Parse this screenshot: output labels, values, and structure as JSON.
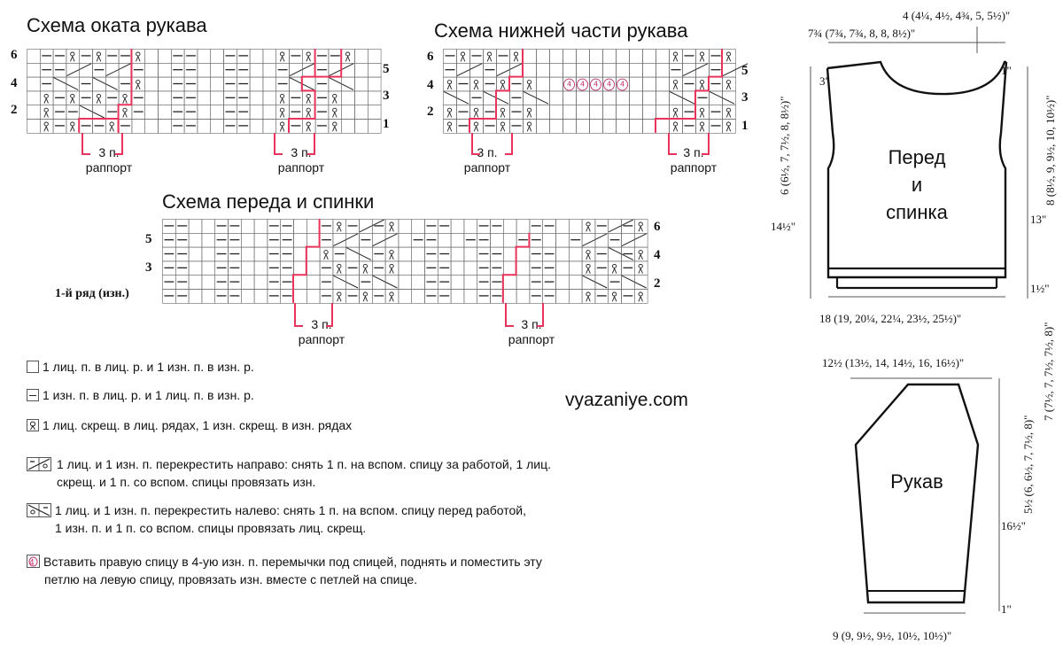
{
  "titles": {
    "cap": "Схема оката рукава",
    "lower": "Схема нижней части рукава",
    "front": "Схема переда и спинки"
  },
  "repeat": {
    "count": "3 п.",
    "word": "раппорт"
  },
  "row_numbers": {
    "cap_left": [
      "6",
      "4",
      "2"
    ],
    "cap_right": [
      "5",
      "3",
      "1"
    ],
    "lower_left": [
      "6",
      "4",
      "2"
    ],
    "lower_right": [
      "5",
      "3",
      "1"
    ],
    "front_left": [
      "5",
      "3"
    ],
    "front_first": "1-й ряд  (изн.)",
    "front_right": [
      "6",
      "4",
      "2"
    ]
  },
  "legend": [
    {
      "icon": "empty-square-icon",
      "text": [
        "1 лиц. п. в лиц. р. и 1 изн. п. в изн. р."
      ]
    },
    {
      "icon": "dash-square-icon",
      "text": [
        "1 изн. п. в лиц. р. и 1 лиц. п. в изн. р."
      ]
    },
    {
      "icon": "twisted-stitch-icon",
      "text": [
        "1 лиц. скрещ. в лиц. рядах, 1 изн. скрещ. в изн. рядах"
      ]
    },
    {
      "icon": "cross-right-icon",
      "text": [
        "1 лиц. и 1 изн. п. перекрестить направо: снять 1 п. на вспом. спицу за работой, 1 лиц.",
        "скрещ. и 1 п. со вспом. спицы провязать изн."
      ]
    },
    {
      "icon": "cross-left-icon",
      "text": [
        "1 лиц. и 1 изн. п. перекрестить налево: снять 1 п. на вспом. спицу перед работой,",
        "1 изн. п. и 1 п. со вспом. спицы провязать лиц. скрещ."
      ]
    },
    {
      "icon": "lift-loop-4-icon",
      "text": [
        "Вставить правую спицу в 4-ую изн. п. перемычки под спицей, поднять и поместить эту",
        "петлю на левую спицу, провязать изн. вместе с петлей на спице."
      ]
    }
  ],
  "lift_symbol_digit": "4",
  "site": "vyazaniye.com",
  "body": {
    "label": [
      "Перед",
      "и",
      "спинка"
    ],
    "dims": {
      "neck": "4 (4¼, 4½, 4¾, 5, 5½)\"",
      "shoulder": "7¾ (7¾, 7¾, 8, 8, 8½)\"",
      "neck_depth": "3\"",
      "neck_depth_right": "1\"",
      "armhole_left": "6 (6½, 7, 7½, 8, 8½)\"",
      "armhole_right": "8 (8½, 9, 9½, 10, 10½)\"",
      "side_left": "14½\"",
      "side_right": "13\"",
      "rib": "1½\"",
      "width": "18 (19, 20¼, 22¼, 23½, 25½)\""
    }
  },
  "sleeve": {
    "label": "Рукав",
    "dims": {
      "top": "12½ (13½, 14, 14½, 16, 16½)\"",
      "cap": "7 (7½, 7, 7½, 7½, 8)\"",
      "cap_lower": "5½ (6, 6½, 7, 7½, 8)\"",
      "length": "16½\"",
      "cuff": "1\"",
      "bottom": "9 (9, 9½, 9½, 10½, 10½)\""
    }
  },
  "colors": {
    "repeat_line": "#e8335a",
    "grid": "#666666",
    "outline": "#111111",
    "lift_symbol": "#c0306a"
  }
}
